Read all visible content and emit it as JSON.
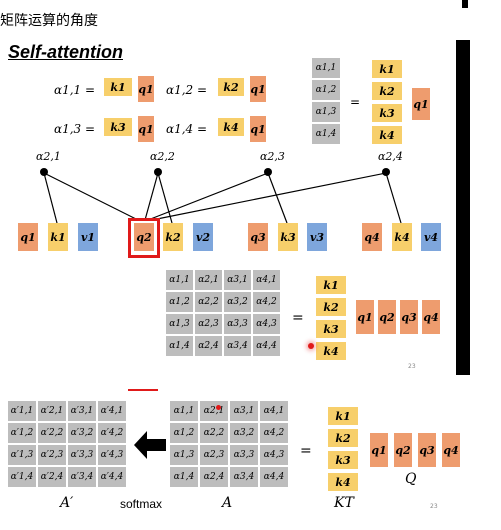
{
  "page": {
    "heading": "矩阵运算的角度",
    "title": "Self-attention"
  },
  "top_equations": [
    {
      "lhs": "α1,1 =",
      "k": "k1",
      "q": "q1"
    },
    {
      "lhs": "α1,2 =",
      "k": "k2",
      "q": "q1"
    },
    {
      "lhs": "α1,3 =",
      "k": "k3",
      "q": "q1"
    },
    {
      "lhs": "α1,4 =",
      "k": "k4",
      "q": "q1"
    }
  ],
  "top_matrix": {
    "alphas": [
      "α1,1",
      "α1,2",
      "α1,3",
      "α1,4"
    ],
    "eq": "=",
    "keys": [
      "k1",
      "k2",
      "k3",
      "k4"
    ],
    "q": "q1"
  },
  "attention_nodes": [
    "α2,1",
    "α2,2",
    "α2,3",
    "α2,4"
  ],
  "vector_groups": [
    {
      "q": "q1",
      "k": "k1",
      "v": "v1"
    },
    {
      "q": "q2",
      "k": "k2",
      "v": "v2"
    },
    {
      "q": "q3",
      "k": "k3",
      "v": "v3"
    },
    {
      "q": "q4",
      "k": "k4",
      "v": "v4"
    }
  ],
  "mid_matrix": {
    "rows": [
      [
        "α1,1",
        "α2,1",
        "α3,1",
        "α4,1"
      ],
      [
        "α1,2",
        "α2,2",
        "α3,2",
        "α4,2"
      ],
      [
        "α1,3",
        "α2,3",
        "α3,3",
        "α4,3"
      ],
      [
        "α1,4",
        "α2,4",
        "α3,4",
        "α4,4"
      ]
    ],
    "eq": "=",
    "keys": [
      "k1",
      "k2",
      "k3",
      "k4"
    ],
    "queries": [
      "q1",
      "q2",
      "q3",
      "q4"
    ],
    "page": "23"
  },
  "bottom": {
    "aprime": [
      [
        "α′1,1",
        "α′2,1",
        "α′3,1",
        "α′4,1"
      ],
      [
        "α′1,2",
        "α′2,2",
        "α′3,2",
        "α′4,2"
      ],
      [
        "α′1,3",
        "α′2,3",
        "α′3,3",
        "α′4,3"
      ],
      [
        "α′1,4",
        "α′2,4",
        "α′3,4",
        "α′4,4"
      ]
    ],
    "a": [
      [
        "α1,1",
        "α2,1",
        "α3,1",
        "α4,1"
      ],
      [
        "α1,2",
        "α2,2",
        "α3,2",
        "α4,2"
      ],
      [
        "α1,3",
        "α2,3",
        "α3,3",
        "α4,3"
      ],
      [
        "α1,4",
        "α2,4",
        "α3,4",
        "α4,4"
      ]
    ],
    "keys": [
      "k1",
      "k2",
      "k3",
      "k4"
    ],
    "queries": [
      "q1",
      "q2",
      "q3",
      "q4"
    ],
    "label_aprime": "A′",
    "label_softmax": "softmax",
    "label_a": "A",
    "label_kt": "KT",
    "label_q": "Q",
    "eq": "=",
    "page": "23",
    "arrow_icon": "left-arrow-icon"
  },
  "colors": {
    "key": "#f7cf6b",
    "query": "#ee9c6e",
    "value": "#7ea6dc",
    "alpha": "#bdbdbd",
    "highlight": "#e01a1a"
  }
}
